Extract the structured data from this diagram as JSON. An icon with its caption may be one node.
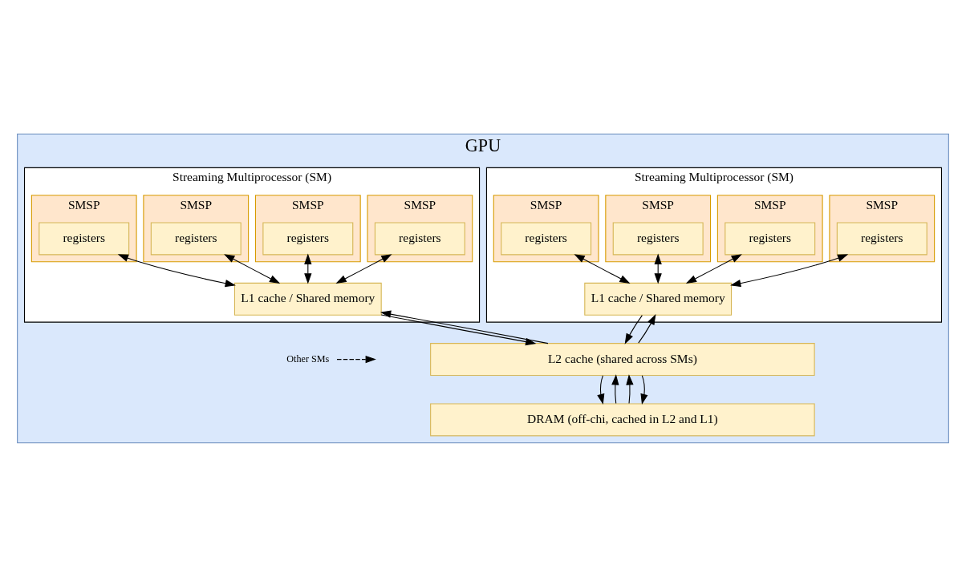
{
  "diagram": {
    "nodes": [
      {
        "text": [
          "GPU"
        ]
      },
      {
        "text": [
          "Streaming Multiprocessor (SM)"
        ],
        "in": 0
      },
      {
        "text": [
          "SMSP"
        ],
        "in": 1
      },
      {
        "text": [
          "registers"
        ],
        "in": 2
      },
      {
        "text": [
          "SMSP"
        ],
        "in": 1
      },
      {
        "text": [
          "registers"
        ],
        "in": 4
      },
      {
        "text": [
          "SMSP"
        ],
        "in": 1
      },
      {
        "text": [
          "registers"
        ],
        "in": 6
      },
      {
        "text": [
          "SMSP"
        ],
        "in": 1
      },
      {
        "text": [
          "registers"
        ],
        "in": 8
      },
      {
        "text": [
          "L1 cache / Shared memory"
        ],
        "in": 1
      },
      {
        "text": [
          "Streaming Multiprocessor (SM)"
        ],
        "in": 0
      },
      {
        "text": [
          "SMSP"
        ],
        "in": 11
      },
      {
        "text": [
          "registers"
        ],
        "in": 12
      },
      {
        "text": [
          "SMSP"
        ],
        "in": 11
      },
      {
        "text": [
          "registers"
        ],
        "in": 14
      },
      {
        "text": [
          "SMSP"
        ],
        "in": 11
      },
      {
        "text": [
          "registers"
        ],
        "in": 16
      },
      {
        "text": [
          "SMSP"
        ],
        "in": 11
      },
      {
        "text": [
          "registers"
        ],
        "in": 18
      },
      {
        "text": [
          "L1 cache / Shared memory"
        ],
        "in": 11
      },
      {
        "text": [
          "Other SMs"
        ],
        "in": 0
      },
      {
        "text": [
          "L2 cache (shared across SMs)"
        ],
        "in": 0
      },
      {
        "text": [
          "DRAM (off-chi, cached in L2 and L1)"
        ],
        "in": 0
      }
    ],
    "edges": [
      {
        "from": 3,
        "to": 10,
        "arrow": "both"
      },
      {
        "from": 5,
        "to": 10,
        "arrow": "both"
      },
      {
        "from": 7,
        "to": 10,
        "arrow": "both"
      },
      {
        "from": 9,
        "to": 10,
        "arrow": "both"
      },
      {
        "from": 13,
        "to": 20,
        "arrow": "both"
      },
      {
        "from": 15,
        "to": 20,
        "arrow": "both"
      },
      {
        "from": 17,
        "to": 20,
        "arrow": "both"
      },
      {
        "from": 19,
        "to": 20,
        "arrow": "both"
      },
      {
        "from": 22,
        "to": 10,
        "arrow": "to"
      },
      {
        "from": 10,
        "to": 22,
        "arrow": "to"
      },
      {
        "from": 22,
        "to": 20,
        "arrow": "to"
      },
      {
        "from": 20,
        "to": 22,
        "arrow": "to"
      },
      {
        "from": 23,
        "to": 22,
        "arrow": "to"
      },
      {
        "from": 22,
        "to": 23,
        "arrow": "to"
      },
      {
        "from": 23,
        "to": 22,
        "arrow": "to"
      },
      {
        "from": 22,
        "to": 23,
        "arrow": "to"
      },
      {
        "from": 21,
        "to": null,
        "arrow": "to",
        "style": "dashed"
      }
    ]
  }
}
